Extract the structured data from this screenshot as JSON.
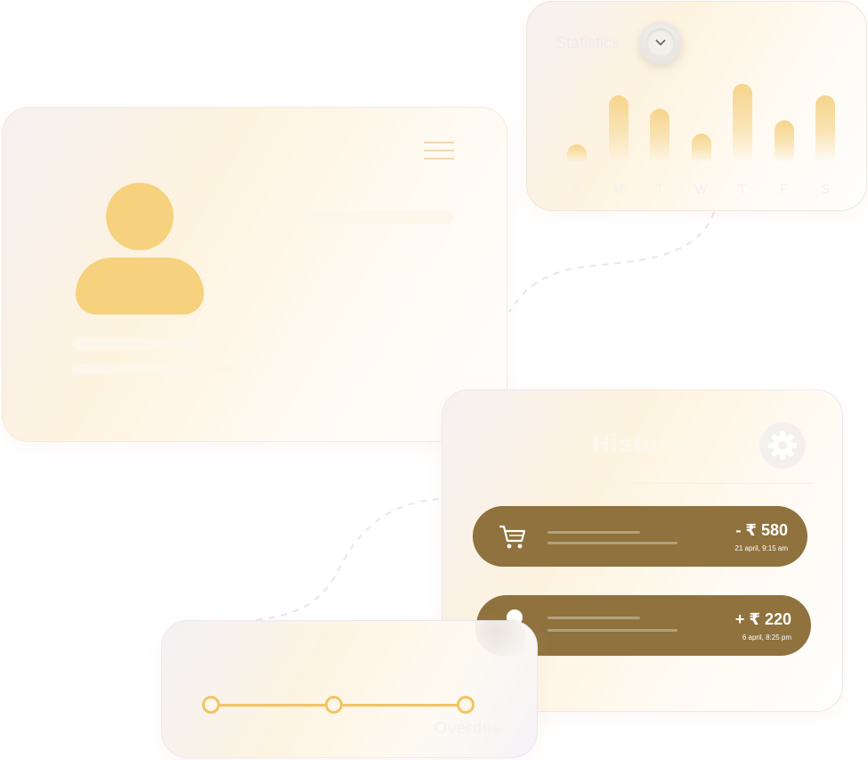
{
  "statistics": {
    "title": "Statistics",
    "dropdown_icon": "chevron-down-icon",
    "chart_data": {
      "type": "bar",
      "categories": [
        "S",
        "M",
        "T",
        "W",
        "T",
        "F",
        "S"
      ],
      "values": [
        20,
        75,
        60,
        32,
        88,
        47,
        75
      ],
      "ylim": [
        0,
        100
      ],
      "title": "Statistics",
      "xlabel": "",
      "ylabel": ""
    }
  },
  "history": {
    "title": "History",
    "settings_icon": "gear-icon",
    "transactions": [
      {
        "icon": "cart-icon",
        "amount": "- ₹ 580",
        "time": "21 april, 9:15 am"
      },
      {
        "icon": "circle-icon",
        "amount": "+ ₹ 220",
        "time": "6 april, 8:25 pm"
      }
    ]
  },
  "progress": {
    "steps": [
      "Overdue"
    ]
  },
  "colors": {
    "accent": "#f6d27e",
    "transaction_bg": "#8f723d",
    "track": "#f2c464"
  }
}
